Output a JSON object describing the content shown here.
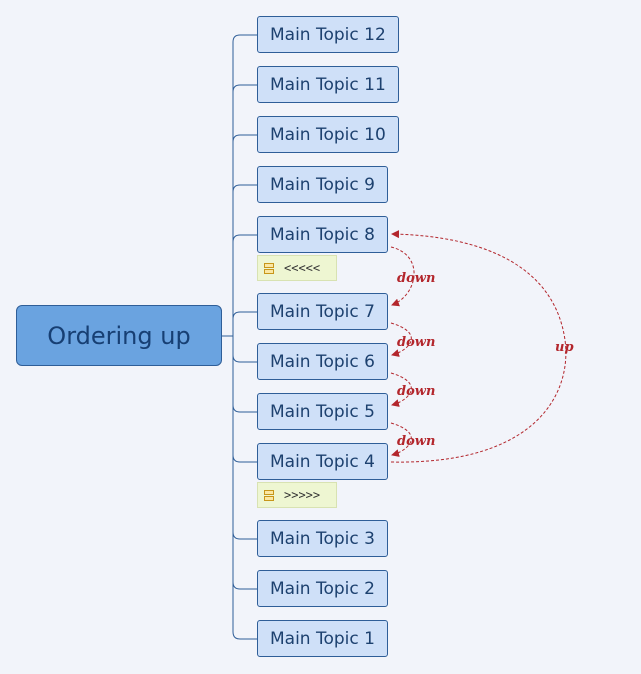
{
  "root": {
    "label": "Ordering up"
  },
  "topics": [
    "Main Topic 12",
    "Main Topic 11",
    "Main Topic 10",
    "Main Topic 9",
    "Main Topic 8",
    "Main Topic 7",
    "Main Topic 6",
    "Main Topic 5",
    "Main Topic 4",
    "Main Topic 3",
    "Main Topic 2",
    "Main Topic 1"
  ],
  "notes": {
    "after_topic_8": "<<<<<",
    "after_topic_4": ">>>>>"
  },
  "relationships": {
    "down": "down",
    "up": "up"
  },
  "colors": {
    "background": "#f2f4fa",
    "root_fill": "#6aa3e0",
    "topic_fill": "#cfe0f8",
    "border": "#2f5e98",
    "connector": "#2f5e98",
    "relationship": "#b3262c",
    "note_fill": "#eef6d2"
  }
}
